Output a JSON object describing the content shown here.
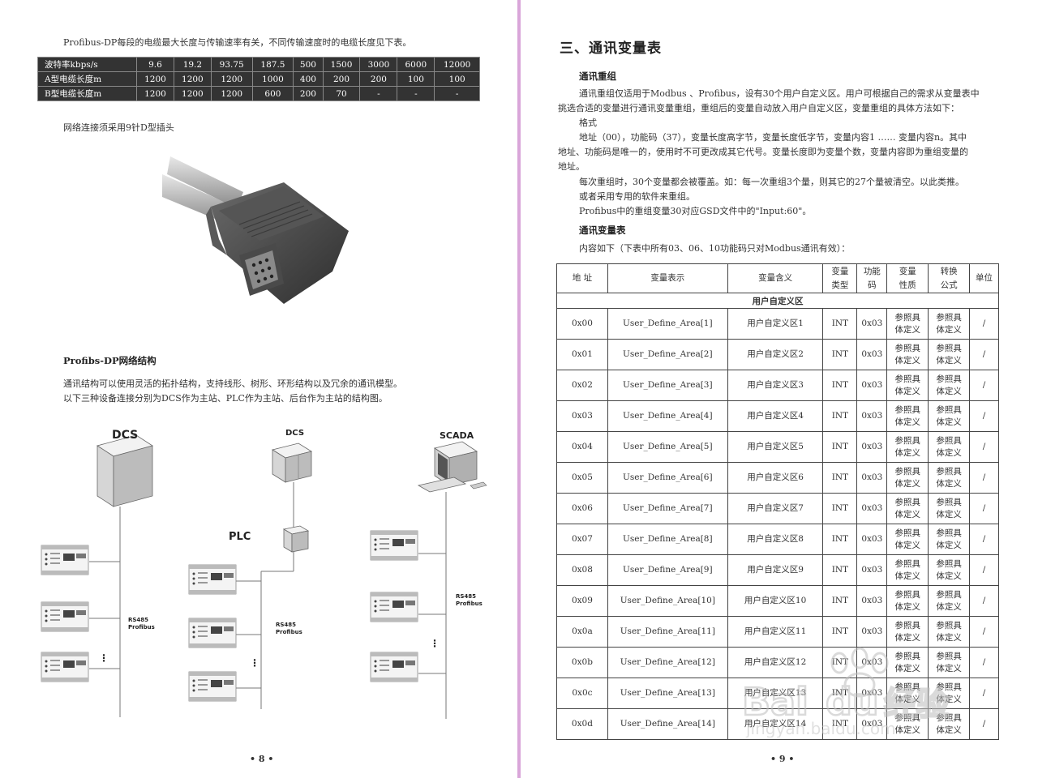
{
  "left_page": {
    "intro": "Profibus-DP每段的电缆最大长度与传输速率有关，不同传输速度时的电缆长度见下表。",
    "speed_table": {
      "header_label": "波特率kbps/s",
      "speeds": [
        "9.6",
        "19.2",
        "93.75",
        "187.5",
        "500",
        "1500",
        "3000",
        "6000",
        "12000"
      ],
      "rows": [
        {
          "label": "A型电缆长度m",
          "values": [
            "1200",
            "1200",
            "1200",
            "1000",
            "400",
            "200",
            "200",
            "100",
            "100"
          ]
        },
        {
          "label": "B型电缆长度m",
          "values": [
            "1200",
            "1200",
            "1200",
            "600",
            "200",
            "70",
            "-",
            "-",
            "-"
          ]
        }
      ]
    },
    "connector_text": "网络连接须采用9针D型插头",
    "network_title": "Profibs-DP网络结构",
    "network_text_1": "通讯结构可以使用灵活的拓扑结构，支持线形、树形、环形结构以及冗余的通讯模型。",
    "network_text_2": "以下三种设备连接分别为DCS作为主站、PLC作为主站、后台作为主站的结构图。",
    "diagram": {
      "dcs_label_1": "DCS",
      "dcs_label_2": "DCS",
      "plc_label": "PLC",
      "scada_label": "SCADA",
      "rs485_label": "RS485",
      "profibus_label": "Profibus",
      "ellipsis": "⋮"
    },
    "page_number": "• 8 •"
  },
  "right_page": {
    "title": "三、通讯变量表",
    "regroup_heading": "通讯重组",
    "regroup_p1a": "通讯重组仅适用于Modbus 、Profibus，设有30个用户自定义区。用户可根据自己的需求从变量表中",
    "regroup_p1b": "挑选合适的变量进行通讯变量重组，重组后的变量自动放入用户自定义区，变量重组的具体方法如下：",
    "format_label": "格式",
    "format_p_a": "地址（00），功能码（37），变量长度高字节，变量长度低字节，变量内容1 …… 变量内容n。其中",
    "format_p_b": "地址、功能码是唯一的，使用时不可更改成其它代号。变量长度即为变量个数，变量内容即为重组变量的",
    "format_p_c": "地址。",
    "p_clear_a": "每次重组时，30个变量都会被覆盖。如：每一次重组3个量，则其它的27个量被清空。以此类推。",
    "p_clear_b": "或者采用专用的软件来重组。",
    "p_gsd": "Profibus中的重组变量30对应GSD文件中的\"Input:60\"。",
    "table_heading": "通讯变量表",
    "table_intro": "内容如下（下表中所有03、06、10功能码只对Modbus通讯有效）：",
    "table": {
      "headers": {
        "addr": "地 址",
        "repr": "变量表示",
        "meaning": "变量含义",
        "type": "变量\n类型",
        "func": "功能\n码",
        "nature": "变量\n性质",
        "formula": "转换\n公式",
        "unit": "单位"
      },
      "section": "用户自定义区",
      "rows": [
        {
          "addr": "0x00",
          "repr": "User_Define_Area[1]",
          "meaning": "用户自定义区1",
          "type": "INT",
          "func": "0x03",
          "nature": "参照具\n体定义",
          "formula": "参照具\n体定义",
          "unit": "/"
        },
        {
          "addr": "0x01",
          "repr": "User_Define_Area[2]",
          "meaning": "用户自定义区2",
          "type": "INT",
          "func": "0x03",
          "nature": "参照具\n体定义",
          "formula": "参照具\n体定义",
          "unit": "/"
        },
        {
          "addr": "0x02",
          "repr": "User_Define_Area[3]",
          "meaning": "用户自定义区3",
          "type": "INT",
          "func": "0x03",
          "nature": "参照具\n体定义",
          "formula": "参照具\n体定义",
          "unit": "/"
        },
        {
          "addr": "0x03",
          "repr": "User_Define_Area[4]",
          "meaning": "用户自定义区4",
          "type": "INT",
          "func": "0x03",
          "nature": "参照具\n体定义",
          "formula": "参照具\n体定义",
          "unit": "/"
        },
        {
          "addr": "0x04",
          "repr": "User_Define_Area[5]",
          "meaning": "用户自定义区5",
          "type": "INT",
          "func": "0x03",
          "nature": "参照具\n体定义",
          "formula": "参照具\n体定义",
          "unit": "/"
        },
        {
          "addr": "0x05",
          "repr": "User_Define_Area[6]",
          "meaning": "用户自定义区6",
          "type": "INT",
          "func": "0x03",
          "nature": "参照具\n体定义",
          "formula": "参照具\n体定义",
          "unit": "/"
        },
        {
          "addr": "0x06",
          "repr": "User_Define_Area[7]",
          "meaning": "用户自定义区7",
          "type": "INT",
          "func": "0x03",
          "nature": "参照具\n体定义",
          "formula": "参照具\n体定义",
          "unit": "/"
        },
        {
          "addr": "0x07",
          "repr": "User_Define_Area[8]",
          "meaning": "用户自定义区8",
          "type": "INT",
          "func": "0x03",
          "nature": "参照具\n体定义",
          "formula": "参照具\n体定义",
          "unit": "/"
        },
        {
          "addr": "0x08",
          "repr": "User_Define_Area[9]",
          "meaning": "用户自定义区9",
          "type": "INT",
          "func": "0x03",
          "nature": "参照具\n体定义",
          "formula": "参照具\n体定义",
          "unit": "/"
        },
        {
          "addr": "0x09",
          "repr": "User_Define_Area[10]",
          "meaning": "用户自定义区10",
          "type": "INT",
          "func": "0x03",
          "nature": "参照具\n体定义",
          "formula": "参照具\n体定义",
          "unit": "/"
        },
        {
          "addr": "0x0a",
          "repr": "User_Define_Area[11]",
          "meaning": "用户自定义区11",
          "type": "INT",
          "func": "0x03",
          "nature": "参照具\n体定义",
          "formula": "参照具\n体定义",
          "unit": "/"
        },
        {
          "addr": "0x0b",
          "repr": "User_Define_Area[12]",
          "meaning": "用户自定义区12",
          "type": "INT",
          "func": "0x03",
          "nature": "参照具\n体定义",
          "formula": "参照具\n体定义",
          "unit": "/"
        },
        {
          "addr": "0x0c",
          "repr": "User_Define_Area[13]",
          "meaning": "用户自定义区13",
          "type": "INT",
          "func": "0x03",
          "nature": "参照具\n体定义",
          "formula": "参照具\n体定义",
          "unit": "/"
        },
        {
          "addr": "0x0d",
          "repr": "User_Define_Area[14]",
          "meaning": "用户自定义区14",
          "type": "INT",
          "func": "0x03",
          "nature": "参照具\n体定义",
          "formula": "参照具\n体定义",
          "unit": "/"
        }
      ]
    },
    "watermark": {
      "brand": "Baidu经验",
      "url": "jingyan.baidu.com"
    },
    "page_number": "• 9 •"
  }
}
